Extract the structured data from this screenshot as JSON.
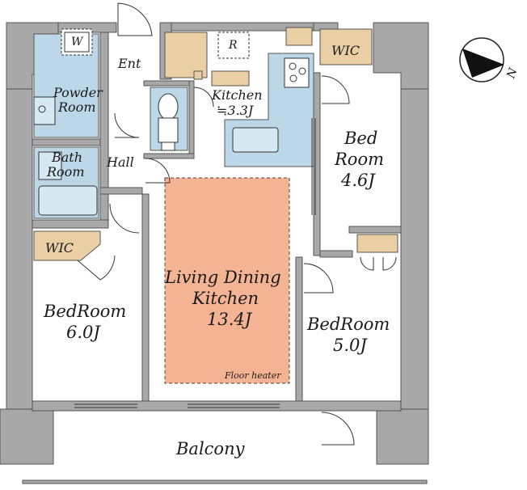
{
  "rooms": {
    "entrance": "Ent",
    "powder_room": [
      "Powder",
      "Room"
    ],
    "washer_mark": "W",
    "fridge_mark": "R",
    "kitchen": [
      "Kitchen",
      "≒3.3J"
    ],
    "bath_room": [
      "Bath",
      "Room"
    ],
    "hall": "Hall",
    "wic_left": "WIC",
    "wic_top": "WIC",
    "bedroom_right_top": [
      "Bed",
      "Room",
      "4.6J"
    ],
    "living": [
      "Living Dining",
      "Kitchen",
      "13.4J"
    ],
    "floor_heater": "Floor heater",
    "bedroom_left": [
      "BedRoom",
      "6.0J"
    ],
    "bedroom_right_bottom": [
      "BedRoom",
      "5.0J"
    ],
    "balcony": "Balcony"
  },
  "compass": {
    "north_label": "N"
  },
  "colors": {
    "wall": "#a8a8a8",
    "wall_stroke": "#555555",
    "wet_area": "#bcd7e8",
    "storage": "#e9cfa3",
    "living_floor": "#f4b494",
    "line": "#333333"
  }
}
